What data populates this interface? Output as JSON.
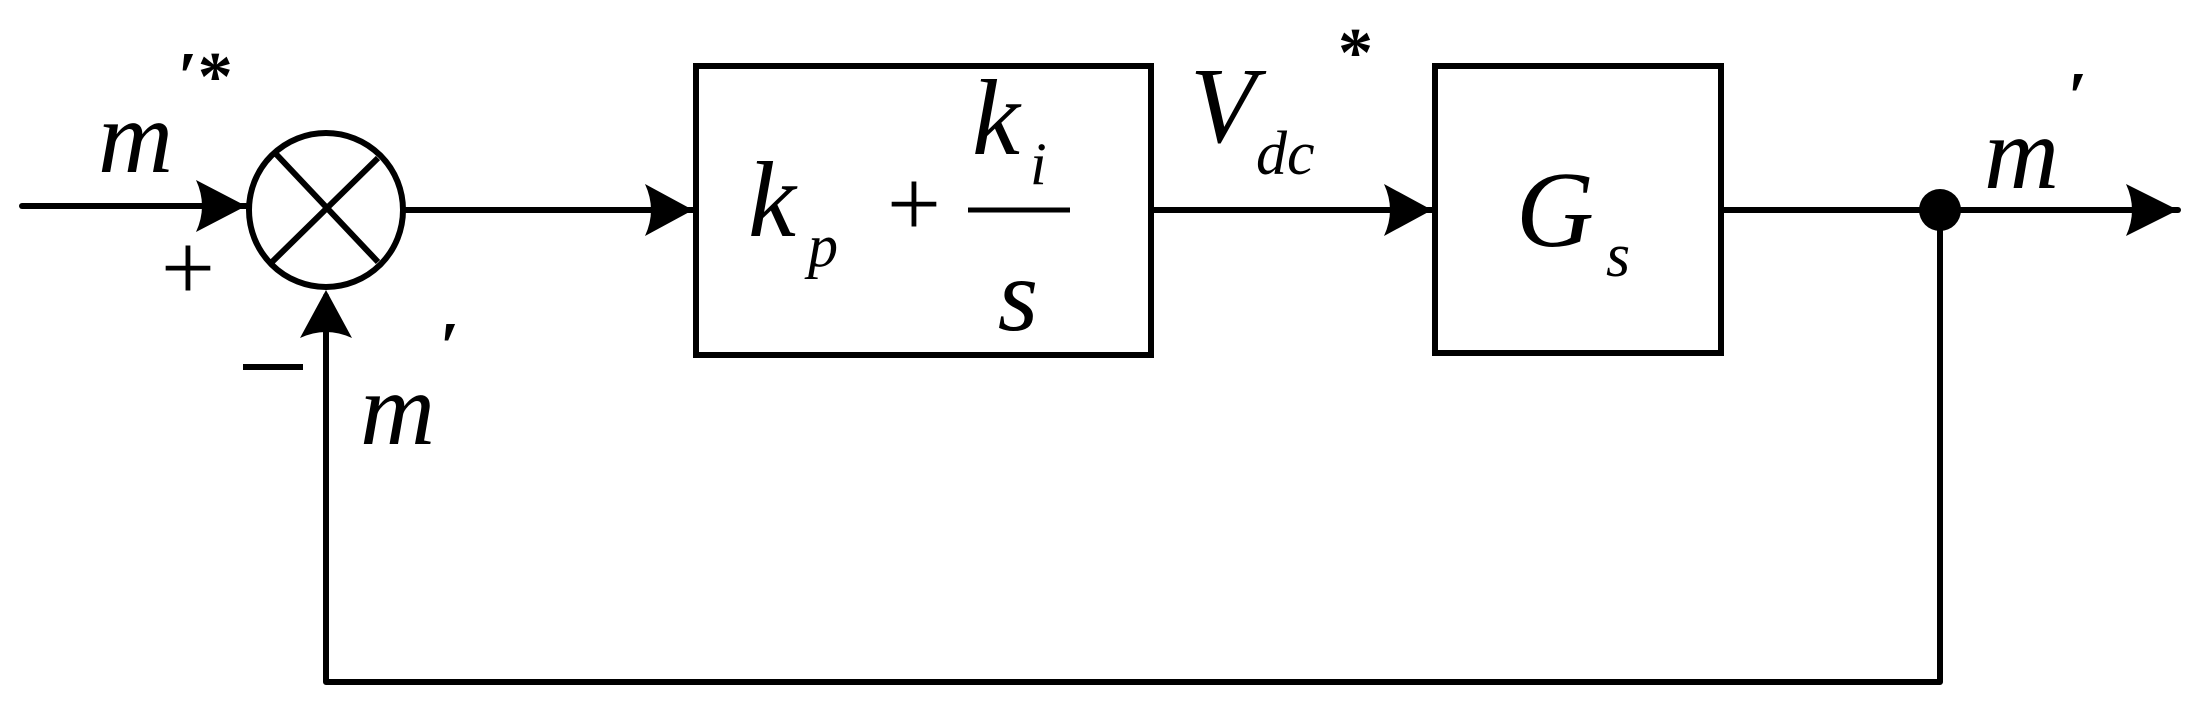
{
  "signals": {
    "input": {
      "base": "m",
      "sup": "′*"
    },
    "feedback": {
      "base": "m",
      "sup": "′"
    },
    "output": {
      "base": "m",
      "sup": "′"
    },
    "intermediate": {
      "base": "V",
      "sub": "dc",
      "sup": "*"
    }
  },
  "summing_junction": {
    "plus_sign": "+",
    "minus_sign": "−"
  },
  "controller": {
    "kp_base": "k",
    "kp_sub": "p",
    "plus": "+",
    "ki_base": "k",
    "ki_sub": "i",
    "denominator": "s"
  },
  "plant": {
    "base": "G",
    "sub": "s"
  }
}
